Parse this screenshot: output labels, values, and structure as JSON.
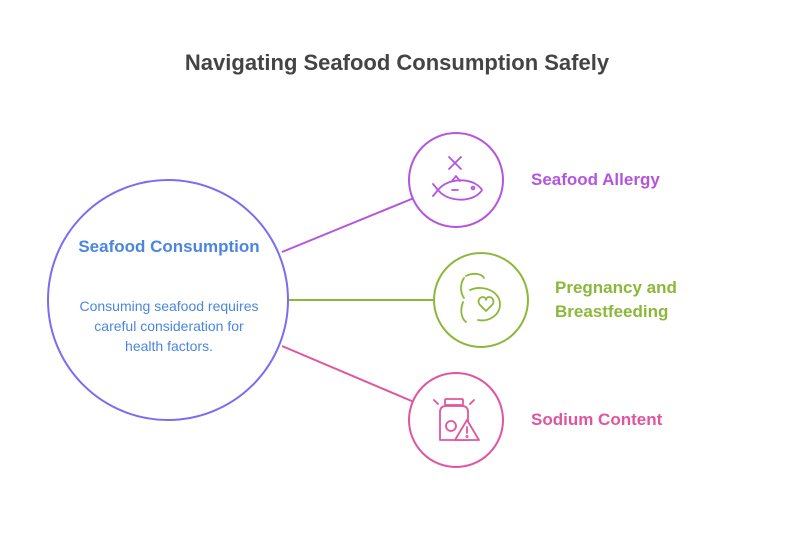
{
  "title": "Navigating Seafood Consumption Safely",
  "center": {
    "title": "Seafood Consumption",
    "description": "Consuming seafood requires careful consideration for health factors.",
    "color": "#7b6cf0",
    "text_color": "#4a86e0"
  },
  "branches": [
    {
      "label": "Seafood Allergy",
      "color": "#b455de",
      "icon": "fish-allergy-icon"
    },
    {
      "label": "Pregnancy and Breastfeeding",
      "color": "#8cb83a",
      "icon": "pregnancy-heart-icon"
    },
    {
      "label": "Sodium Content",
      "color": "#e0559e",
      "icon": "sodium-jar-warning-icon"
    }
  ]
}
